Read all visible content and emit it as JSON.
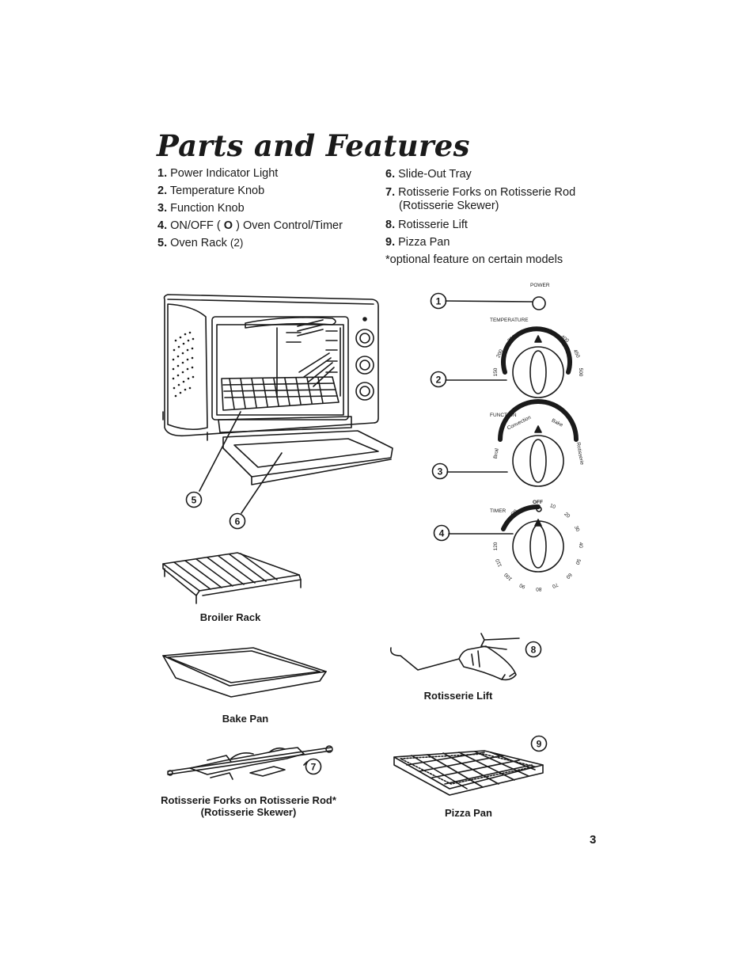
{
  "title": "Parts and Features",
  "parts_left": [
    {
      "num": "1.",
      "label": "Power Indicator Light"
    },
    {
      "num": "2.",
      "label": "Temperature Knob"
    },
    {
      "num": "3.",
      "label": "Function Knob"
    },
    {
      "num": "4.",
      "label_pre": "ON/OFF (",
      "symbol": "O",
      "label_post": ") Oven Control/Timer"
    },
    {
      "num": "5.",
      "label": "Oven Rack",
      "note": "(2)"
    }
  ],
  "parts_right": [
    {
      "num": "6.",
      "label": "Slide-Out Tray"
    },
    {
      "num": "7.",
      "label": "Rotisserie Forks on Rotisserie Rod",
      "label_line2": "(Rotisserie Skewer)"
    },
    {
      "num": "8.",
      "label": "Rotisserie Lift"
    },
    {
      "num": "9.",
      "label": "Pizza Pan"
    }
  ],
  "footnote": "*optional feature on certain models",
  "control_panel": {
    "power_label": "POWER",
    "temperature_label": "TEMPERATURE",
    "temperature_ticks": [
      "150",
      "200",
      "250",
      "300",
      "350",
      "400",
      "450",
      "500"
    ],
    "function_label": "FUNCTION",
    "function_ticks": [
      "Broil",
      "Convection",
      "Bake",
      "Rotisserie"
    ],
    "timer_label": "TIMER",
    "timer_off": "OFF",
    "timer_stay_on": "Stay On",
    "timer_ticks": [
      "10",
      "20",
      "30",
      "40",
      "50",
      "60",
      "70",
      "80",
      "90",
      "100",
      "110",
      "120"
    ]
  },
  "callouts": [
    "1",
    "2",
    "3",
    "4",
    "5",
    "6",
    "7",
    "8",
    "9"
  ],
  "captions": {
    "broiler_rack": "Broiler Rack",
    "bake_pan": "Bake Pan",
    "rotisserie_forks_line1": "Rotisserie Forks on Rotisserie Rod*",
    "rotisserie_forks_line2": "(Rotisserie Skewer)",
    "rotisserie_lift": "Rotisserie Lift",
    "pizza_pan": "Pizza Pan"
  },
  "page_number": "3"
}
